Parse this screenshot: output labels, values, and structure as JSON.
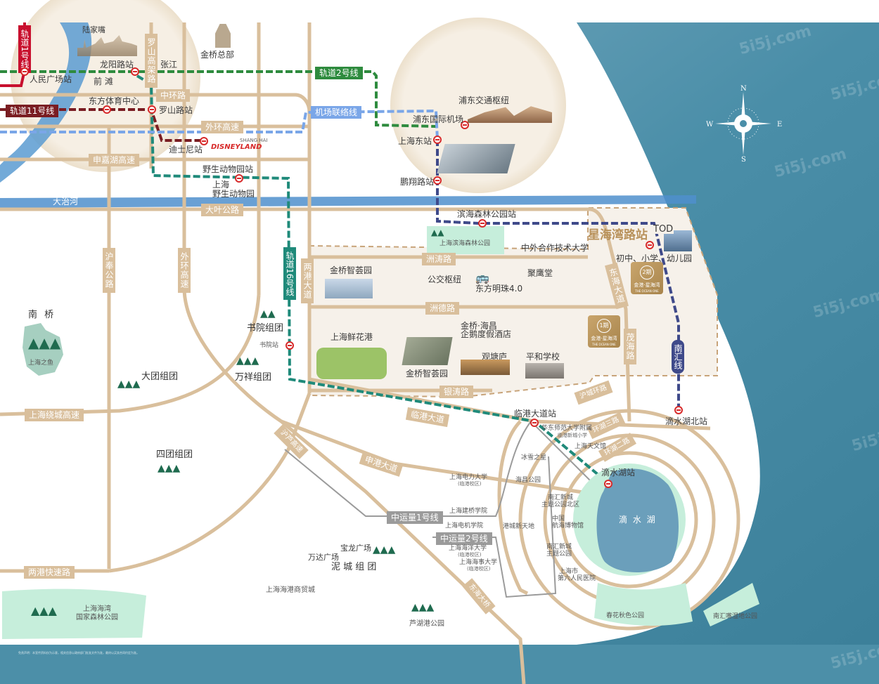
{
  "colors": {
    "road": "#d9bf9c",
    "sea": "#4a8ea8",
    "metro_red": "#d72a2a",
    "line1": "#c8102e",
    "line2": "#2e8b3e",
    "line11": "#7a1d22",
    "line16": "#1f8a7a",
    "airport_link": "#7aa6e8",
    "nanhui_line": "#3f4a8a",
    "medium_transit": "#9b9b9b",
    "green_park": "#c6eedb",
    "lake": "#6b9fbb",
    "project_gold": "#b8915a"
  },
  "compass": {
    "n": "N",
    "s": "S",
    "e": "E",
    "w": "W"
  },
  "metro_lines": {
    "line1": "轨道1号线",
    "line2": "轨道2号线",
    "line11": "轨道11号线",
    "line16": "轨道16号线",
    "airport_link": "机场联络线",
    "nanhui": "南汇线",
    "mt1": "中运量1号线",
    "mt2": "中运量2号线"
  },
  "stations": {
    "renmin": "人民广场站",
    "longyang": "龙阳路站",
    "dongfang_sports": "东方体育中心",
    "luoshan": "罗山路站",
    "disney": "迪士尼站",
    "wildlife": "野生动物园站",
    "pudong_airport": "浦东国际机场",
    "shanghai_east": "上海东站",
    "pengxiang": "鹏翔路站",
    "binhai_forest": "滨海森林公园站",
    "xinghaiwan": "星海湾路站",
    "shuyuan": "书院站",
    "lingang": "临港大道站",
    "dishuihu": "滴水湖站",
    "dishuihu_north": "滴水湖北站"
  },
  "roads": {
    "luoshan_elevated": "罗山高架路",
    "middle_ring": "中环路",
    "outer_ring": "外环高速",
    "shenjiahu": "申嘉湖高速",
    "daye": "大叶公路",
    "hufeng": "沪奉公路",
    "outer_ring_v": "外环高速",
    "lianggang": "两港大道",
    "zhoutao": "洲涛路",
    "zhoude": "洲德路",
    "yintao": "银涛路",
    "donghai_ave": "东海大道",
    "maohai": "茂海路",
    "hucheng_ring": "沪城环路",
    "huanhu3": "环湖三路",
    "huanhu2": "环湖二路",
    "shanghai_ring": "上海绕城高速",
    "hulu": "沪芦高速",
    "lingang_ave": "临港大道",
    "shengang": "申港大道",
    "lianggang_express": "两港快速路",
    "donghai_bridge": "东海大桥",
    "dazhi_river": "大治河"
  },
  "places": {
    "lujiazui": "陆家嘴",
    "jinqiao_hq": "金桥总部",
    "zhangjiang": "张江",
    "qiantan": "前 滩",
    "disneyland_logo": "DISNEYLAND",
    "disneyland_small": "SHANG HAI",
    "wildlife_park_1": "上海",
    "wildlife_park_2": "野生动物园",
    "pudong_hub": "浦东交通枢纽",
    "nanqiao": "南  桥",
    "fish": "上海之鱼",
    "datuan": "大团组团",
    "shuyuan_group": "书院组团",
    "wanxiang": "万祥组团",
    "situan": "四团组团",
    "binhai_forest_park": "上海滨海森林公园",
    "jinqiao_zhihui_1": "金桥智荟园",
    "jinqiao_zhihui_2": "金桥智荟园",
    "bus_hub": "公交枢纽",
    "oriental_pearl": "东方明珠4.0",
    "juying": "聚鹰堂",
    "sino_foreign_univ": "中外合作技术大学",
    "tod": "TOD",
    "schools": "初中、小学、幼儿园",
    "flower_port": "上海鲜花港",
    "haichang_hotel_1": "金桥·海昌",
    "haichang_hotel_2": "企鹅度假酒店",
    "guantang": "观塘庐",
    "pinghe": "平和学校",
    "ecnu_affiliated": "华东师范大学附属",
    "ecnu_sub": "临港新城小学",
    "ice_star": "冰雪之星",
    "haichang_park": "海昌公园",
    "planetarium": "上海天文馆",
    "power_univ": "上海电力大学",
    "power_univ_sub": "(临港校区)",
    "jianqiao": "上海建桥学院",
    "dianji": "上海电机学院",
    "ocean_univ": "上海海洋大学",
    "ocean_univ_sub": "(临港校区)",
    "maritime_univ": "上海海事大学",
    "maritime_univ_sub": "(临港校区)",
    "gangcheng": "港城新天地",
    "nanhui_park_north_1": "南汇新城",
    "nanhui_park_north_2": "主题公园北区",
    "maritime_museum_1": "中国",
    "maritime_museum_2": "航海博物馆",
    "nanhui_park_1": "南汇新城",
    "nanhui_park_2": "主题公园",
    "sixth_hospital_1": "上海市",
    "sixth_hospital_2": "第六人民医院",
    "dishui_lake": "滴 水 湖",
    "chunhua": "春花秋色公园",
    "nanhui_wetland": "南汇嘴湿地公园",
    "wanda": "万达广场",
    "baolong": "宝龙广场",
    "nicheng": "泥 城 组 团",
    "haigang_mall": "上海海港商贸城",
    "luhu_park": "芦湖港公园",
    "bay_forest_1": "上海海湾",
    "bay_forest_2": "国家森林公园"
  },
  "project": {
    "phase1": {
      "label": "1期",
      "name": "金港·星海湾",
      "en": "THE OCEAN ONE"
    },
    "phase2": {
      "label": "2期",
      "name": "金港·星海湾",
      "en": "THE OCEAN ONE"
    }
  },
  "watermarks": [
    "5i5j.com",
    "5i5j.com",
    "5i5j.com",
    "5i5j.com",
    "5i5j.com",
    "5i5j.com"
  ],
  "footer": {
    "disclaimer": "免责声明：本宣传资料仅为示意，相关信息以政府部门批准文件为准，最终以买卖合同约定为准。"
  }
}
